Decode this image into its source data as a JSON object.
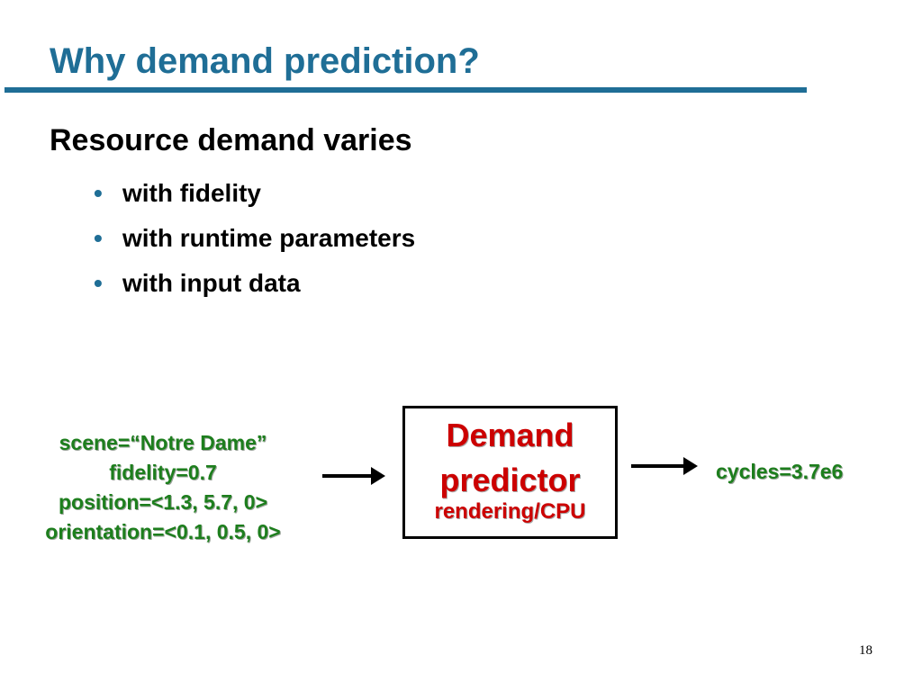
{
  "slide": {
    "title": "Why demand prediction?",
    "heading": "Resource demand varies",
    "bullet_glyph": "•",
    "bullets": [
      "with fidelity",
      "with runtime parameters",
      "with input data"
    ],
    "inputs": [
      "scene=“Notre Dame”",
      "fidelity=0.7",
      "position=<1.3, 5.7, 0>",
      "orientation=<0.1, 0.5, 0>"
    ],
    "predictor": {
      "line1": "Demand",
      "line2": "predictor",
      "line3": "rendering/CPU"
    },
    "output": "cycles=3.7e6",
    "page_number": "18"
  },
  "colors": {
    "title": "#1f6e96",
    "inputs": "#1d7e1d",
    "predictor": "#cc0000"
  }
}
